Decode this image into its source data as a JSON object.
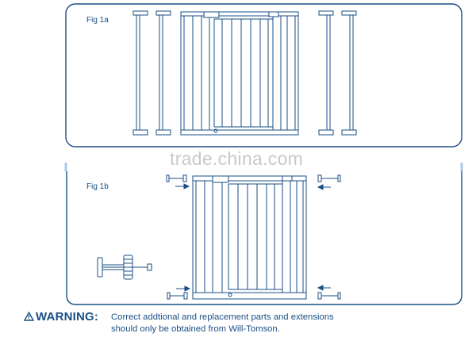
{
  "figures": {
    "fig1a_label": "Fig 1a",
    "fig1b_label": "Fig 1b"
  },
  "watermark": "trade.china.com",
  "warning": {
    "heading": "WARNING:",
    "line1": "Correct addtional and replacement parts and extensions",
    "line2": "should only be obtained from Will-Tomson."
  },
  "colors": {
    "line": "#1a4f86",
    "accent": "#3a8fcf",
    "watermark": "#c9c9c9"
  }
}
